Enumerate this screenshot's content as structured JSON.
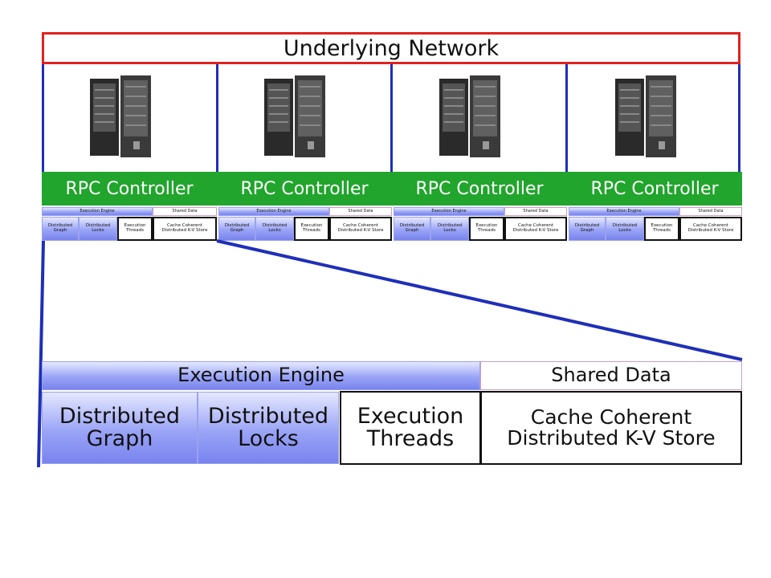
{
  "network": {
    "label": "Underlying Network"
  },
  "nodes": [
    {
      "rpc": "RPC Controller",
      "engine": "Execution Engine",
      "shared": "Shared Data",
      "graph": "Distributed Graph",
      "locks": "Distributed Locks",
      "threads": "Execution Threads",
      "store": "Cache Coherent Distributed K-V Store"
    },
    {
      "rpc": "RPC Controller",
      "engine": "Execution Engine",
      "shared": "Shared Data",
      "graph": "Distributed Graph",
      "locks": "Distributed Locks",
      "threads": "Execution Threads",
      "store": "Cache Coherent Distributed K-V Store"
    },
    {
      "rpc": "RPC Controller",
      "engine": "Execution Engine",
      "shared": "Shared Data",
      "graph": "Distributed Graph",
      "locks": "Distributed Locks",
      "threads": "Execution Threads",
      "store": "Cache Coherent Distributed K-V Store"
    },
    {
      "rpc": "RPC Controller",
      "engine": "Execution Engine",
      "shared": "Shared Data",
      "graph": "Distributed Graph",
      "locks": "Distributed Locks",
      "threads": "Execution Threads",
      "store": "Cache Coherent Distributed K-V Store"
    }
  ],
  "detail": {
    "engine": "Execution Engine",
    "shared": "Shared Data",
    "graph": "Distributed Graph",
    "locks": "Distributed Locks",
    "threads": "Execution Threads",
    "store": "Cache Coherent Distributed K-V Store"
  },
  "colors": {
    "network_border": "#e0211f",
    "rpc": "#21a52c",
    "connector": "#1e2fb8",
    "engine_gradient": "#8f9af4"
  },
  "icons": {
    "server": "server-rack-icon"
  }
}
